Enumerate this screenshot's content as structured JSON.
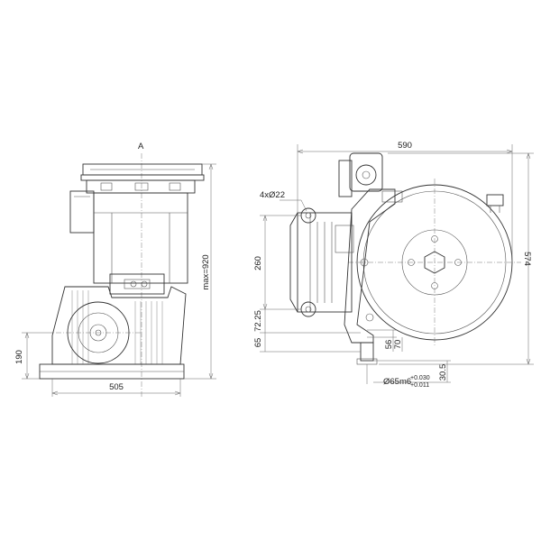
{
  "side_view": {
    "section_label": "A",
    "dim_height": "max=920",
    "dim_190": "190",
    "dim_505": "505"
  },
  "front_view": {
    "dim_590": "590",
    "dim_574": "574",
    "dim_holes": "4xØ22",
    "dim_260": "260",
    "dim_72_25": "72.25",
    "dim_65": "65",
    "dim_56": "56",
    "dim_70": "70",
    "dim_30_5": "30.5",
    "dim_shaft": "Ø65m6",
    "tol_upper": "+0.030",
    "tol_lower": "+0.011"
  },
  "colors": {
    "line": "#333333",
    "background": "#ffffff"
  }
}
